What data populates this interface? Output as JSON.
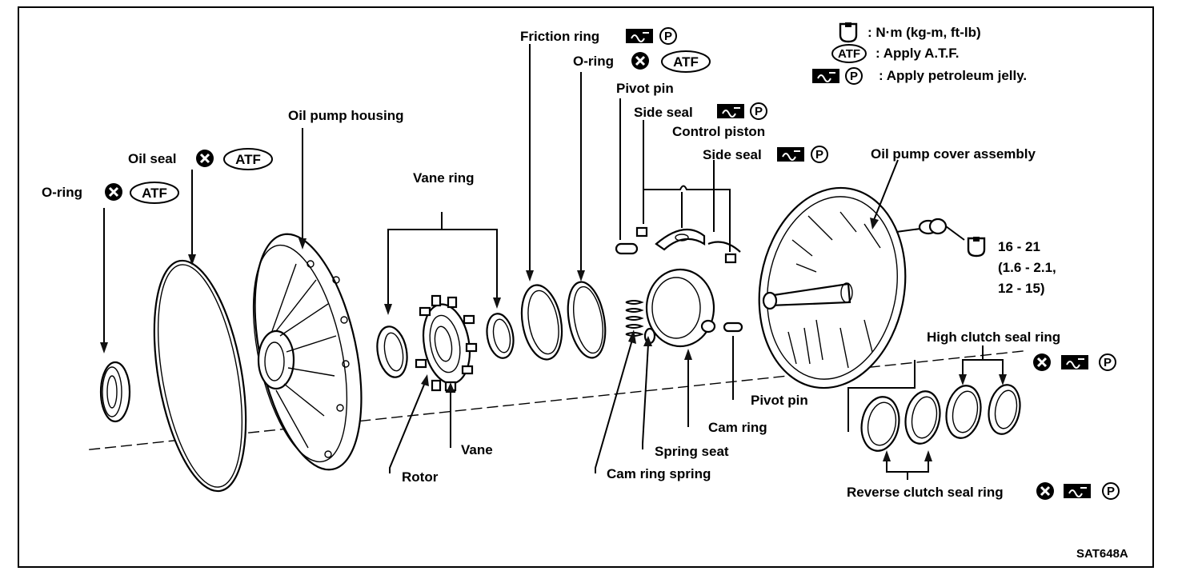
{
  "legend": {
    "torque": ": N·m (kg-m, ft-lb)",
    "atf_symbol": "ATF",
    "atf": ": Apply A.T.F.",
    "jelly": ": Apply petroleum jelly."
  },
  "labels": {
    "friction_ring": "Friction ring",
    "o_ring_top": "O-ring",
    "pivot_pin_top": "Pivot pin",
    "side_seal_1": "Side seal",
    "control_piston": "Control piston",
    "side_seal_2": "Side seal",
    "oil_pump_cover": "Oil pump cover assembly",
    "oil_pump_housing": "Oil pump housing",
    "oil_seal": "Oil seal",
    "o_ring_left": "O-ring",
    "vane_ring": "Vane ring",
    "vane": "Vane",
    "rotor": "Rotor",
    "pivot_pin_bottom": "Pivot pin",
    "cam_ring": "Cam ring",
    "spring_seat": "Spring seat",
    "cam_ring_spring": "Cam ring spring",
    "high_clutch": "High clutch seal ring",
    "reverse_clutch": "Reverse clutch seal ring",
    "torque_1": "16 - 21",
    "torque_2": "(1.6 - 2.1,",
    "torque_3": "12 - 15)",
    "fig_code": "SAT648A"
  },
  "symbols": {
    "atf": "ATF",
    "p": "P"
  }
}
